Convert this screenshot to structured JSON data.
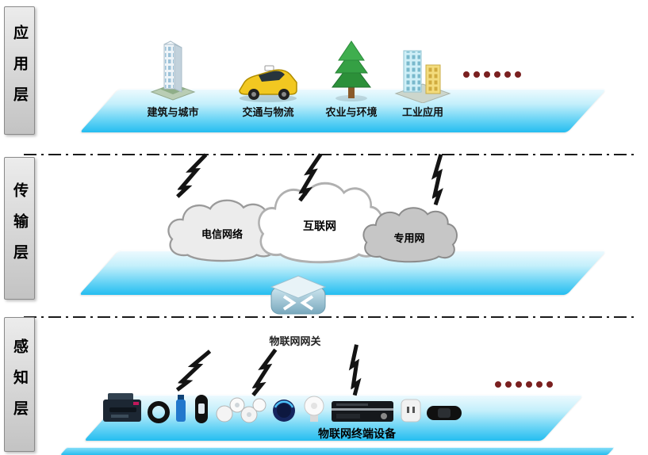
{
  "layer_labels": {
    "application": "应用层",
    "transmission": "传输层",
    "perception": "感知层"
  },
  "application_layer": {
    "items": [
      {
        "label": "建筑与城市",
        "icon": "building-icon"
      },
      {
        "label": "交通与物流",
        "icon": "taxi-icon"
      },
      {
        "label": "农业与环境",
        "icon": "tree-icon"
      },
      {
        "label": "工业应用",
        "icon": "factory-icon"
      }
    ],
    "more": "……"
  },
  "transmission_layer": {
    "clouds": [
      {
        "label": "电信网络",
        "fill": "#ececec"
      },
      {
        "label": "互联网",
        "fill": "#ffffff"
      },
      {
        "label": "专用网",
        "fill": "#c6c6c6"
      }
    ],
    "gateway": {
      "label": "物联网网关",
      "icon": "gateway-icon"
    }
  },
  "perception_layer": {
    "platform_label": "物联网终端设备",
    "more": "……",
    "device_icons": [
      "printer-icon",
      "smart-ring-icon",
      "usb-dongle-icon",
      "fitness-band-icon",
      "sensor-kit-icon",
      "smart-button-icon",
      "smart-speaker-icon",
      "av-receiver-icon",
      "smart-plug-icon",
      "wristband-icon"
    ]
  },
  "colors": {
    "platform_top": "#eafafe",
    "platform_bottom": "#25bdf0",
    "bolt": "#141414",
    "dots": "#7a2020"
  }
}
